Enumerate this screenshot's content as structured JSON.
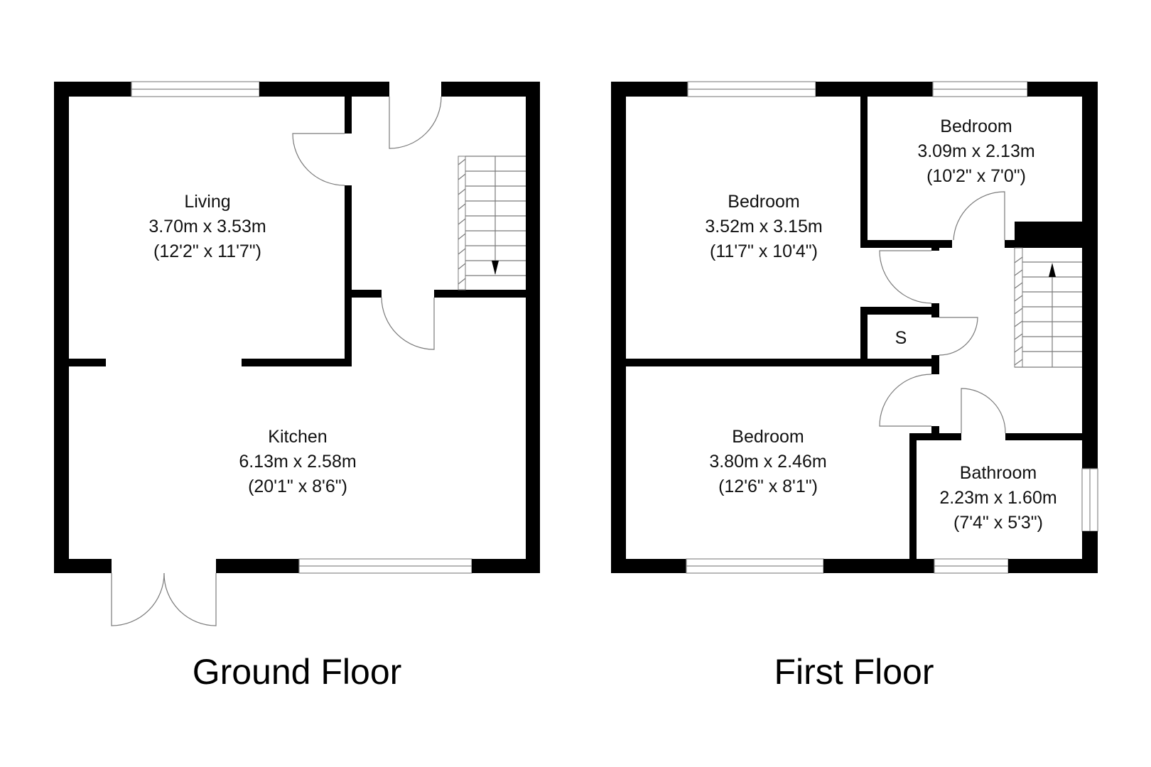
{
  "ground_floor": {
    "title": "Ground Floor",
    "rooms": [
      {
        "name": "Living",
        "metric": "3.70m x 3.53m",
        "imperial": "(12'2\" x 11'7\")"
      },
      {
        "name": "Kitchen",
        "metric": "6.13m x 2.58m",
        "imperial": "(20'1\" x 8'6\")"
      }
    ],
    "stairs_direction": "down"
  },
  "first_floor": {
    "title": "First Floor",
    "rooms": [
      {
        "name": "Bedroom",
        "metric": "3.52m x 3.15m",
        "imperial": "(11'7\" x 10'4\")"
      },
      {
        "name": "Bedroom",
        "metric": "3.09m x 2.13m",
        "imperial": "(10'2\" x 7'0\")"
      },
      {
        "name": "Bedroom",
        "metric": "3.80m x 2.46m",
        "imperial": "(12'6\" x 8'1\")"
      },
      {
        "name": "Bathroom",
        "metric": "2.23m x 1.60m",
        "imperial": "(7'4\" x 5'3\")"
      },
      {
        "name": "S"
      }
    ],
    "stairs_direction": "up"
  },
  "colors": {
    "wall": "#000000",
    "background": "#ffffff",
    "fixture_line": "#7a7a7a"
  }
}
